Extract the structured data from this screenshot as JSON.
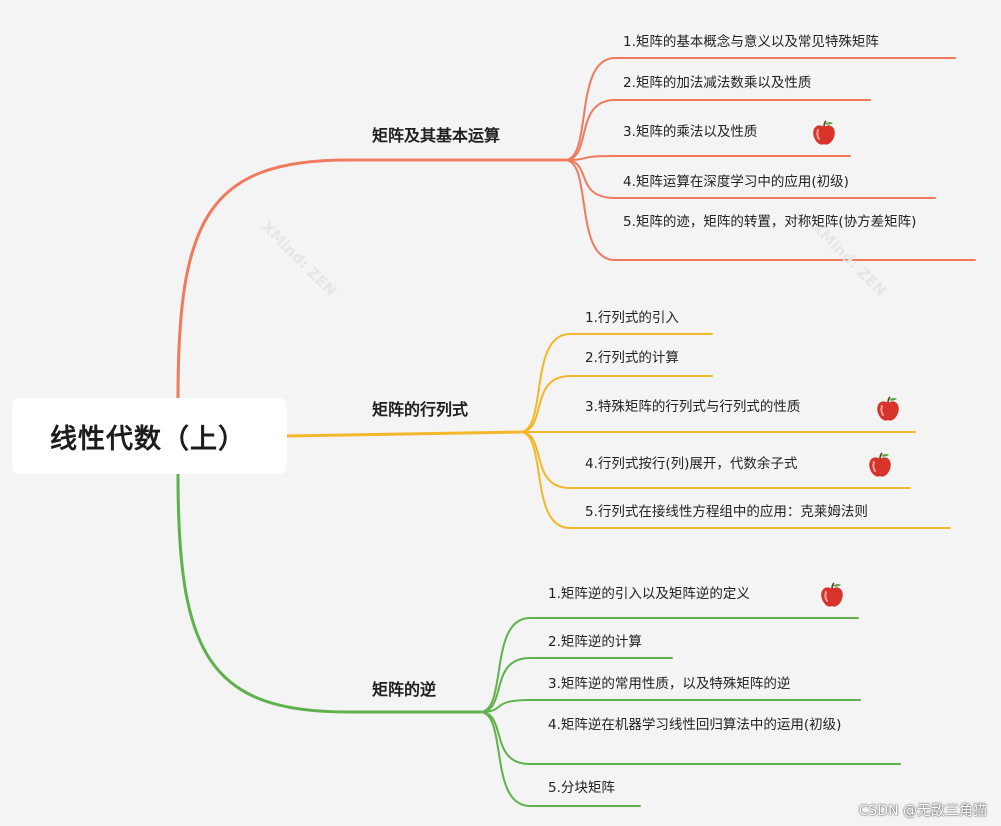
{
  "root": {
    "title": "线性代数（上）"
  },
  "branches": [
    {
      "label": "矩阵及其基本运算",
      "color": "#f07a5e",
      "topics": [
        {
          "text": "1.矩阵的基本概念与意义以及常见特殊矩阵",
          "apple": false
        },
        {
          "text": "2.矩阵的加法减法数乘以及性质",
          "apple": false
        },
        {
          "text": "3.矩阵的乘法以及性质",
          "apple": true
        },
        {
          "text": "4.矩阵运算在深度学习中的应用(初级)",
          "apple": false
        },
        {
          "text": "5.矩阵的迹，矩阵的转置，对称矩阵(协方差矩阵)",
          "apple": false
        }
      ]
    },
    {
      "label": "矩阵的行列式",
      "color": "#f2b72a",
      "topics": [
        {
          "text": "1.行列式的引入",
          "apple": false
        },
        {
          "text": "2.行列式的计算",
          "apple": false
        },
        {
          "text": "3.特殊矩阵的行列式与行列式的性质",
          "apple": true
        },
        {
          "text": "4.行列式按行(列)展开，代数余子式",
          "apple": true
        },
        {
          "text": "5.行列式在接线性方程组中的应用：克莱姆法则",
          "apple": false
        }
      ]
    },
    {
      "label": "矩阵的逆",
      "color": "#5fb14c",
      "topics": [
        {
          "text": "1.矩阵逆的引入以及矩阵逆的定义",
          "apple": true
        },
        {
          "text": "2.矩阵逆的计算",
          "apple": false
        },
        {
          "text": "3.矩阵逆的常用性质，以及特殊矩阵的逆",
          "apple": false
        },
        {
          "text": "4.矩阵逆在机器学习线性回归算法中的运用(初级)",
          "apple": false
        },
        {
          "text": "5.分块矩阵",
          "apple": false
        }
      ]
    }
  ],
  "watermark": "XMind: ZEN",
  "credit": "CSDN @无敌三角猫"
}
